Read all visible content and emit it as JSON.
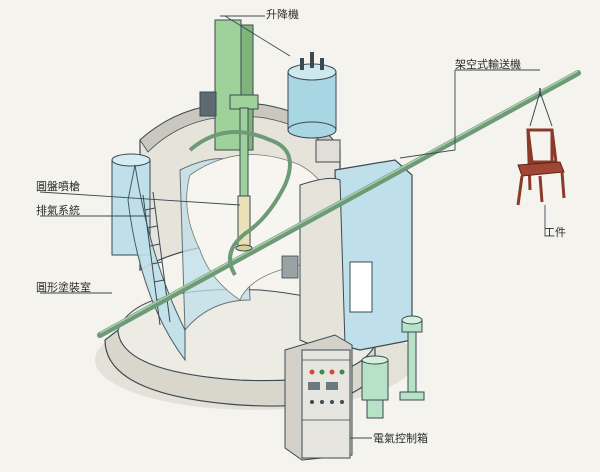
{
  "diagram": {
    "labels": {
      "lifter": "升降機",
      "conveyor": "架空式輸送機",
      "disc_gun": "圓盤噴槍",
      "exhaust": "排氣系統",
      "booth": "圓形塗裝室",
      "workpiece": "工件",
      "control_box": "電氣控制箱"
    },
    "colors": {
      "booth_glass": "#bfe0ea",
      "booth_wall": "#e6e3da",
      "column_green": "#9fd29a",
      "tank_blue": "#a9d6e3",
      "conveyor": "#6e9a77",
      "chair": "#8b3a2a",
      "cabinet": "#e7e5df",
      "outline": "#3b4a52"
    },
    "icons": [
      "paint-tank-icon",
      "chair-workpiece-icon",
      "control-cabinet-icon",
      "spray-gun-icon"
    ]
  }
}
